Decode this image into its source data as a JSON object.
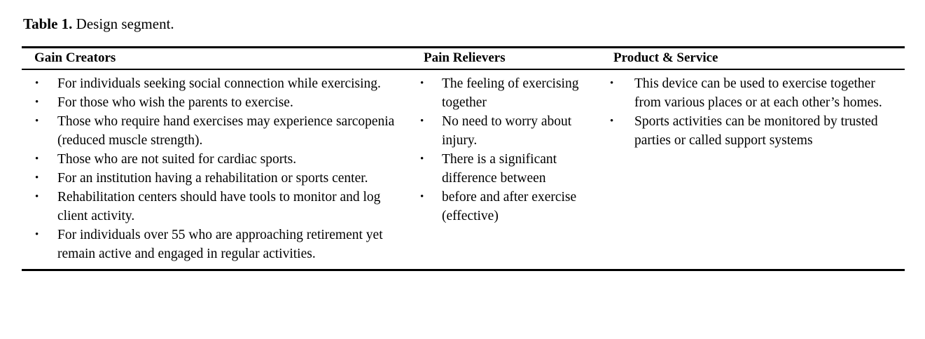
{
  "caption": {
    "label": "Table 1.",
    "text": " Design segment."
  },
  "table": {
    "columns": [
      {
        "key": "gain_creators",
        "header": "Gain Creators"
      },
      {
        "key": "pain_relievers",
        "header": "Pain Relievers"
      },
      {
        "key": "product_service",
        "header": "Product & Service"
      }
    ],
    "bullet_glyph": "•",
    "gain_creators": [
      "For individuals seeking social connection while exercising.",
      "For those who wish the parents to exercise.",
      "Those who require hand exercises may experience sarcopenia (reduced muscle strength).",
      "Those who are not suited for cardiac sports.",
      "For an institution having a rehabilitation or sports center.",
      "Rehabilitation centers should have tools to monitor and log client activity.",
      "For individuals over 55 who are approaching retirement yet remain active and engaged in regular activities."
    ],
    "pain_relievers": [
      "The feeling of exercising together",
      "No need to worry about injury.",
      "There is a significant difference between",
      "before and after exercise (effective)"
    ],
    "product_service": [
      "This device can be used to exercise together from various places or at each other’s homes.",
      "Sports activities can be monitored by trusted parties or called support systems"
    ]
  },
  "style": {
    "rule_color": "#000000",
    "text_color": "#000000",
    "background": "#ffffff"
  }
}
